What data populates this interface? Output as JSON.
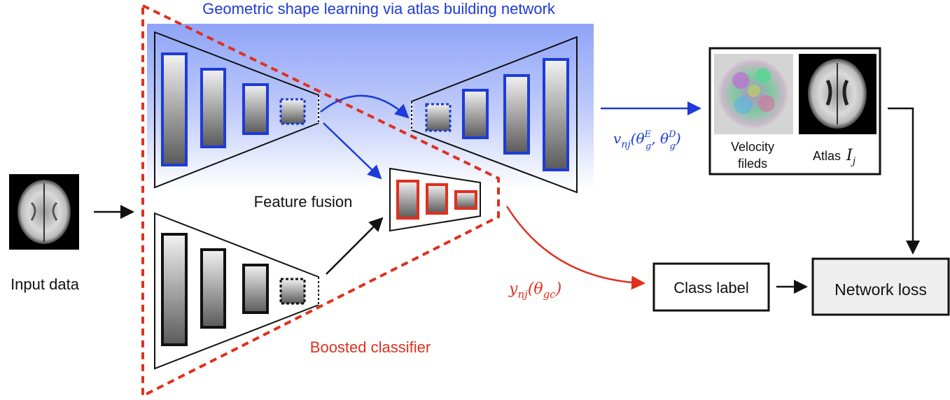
{
  "title": "Geometric shape learning via atlas building network",
  "input_label": "Input data",
  "fusion_label": "Feature fusion",
  "boosted_label": "Boosted classifier",
  "velocity_formula": {
    "base": "v",
    "sub": "nj",
    "open": "(θ",
    "sup1": "E",
    "sub1": "g",
    "comma": ", θ",
    "sup2": "D",
    "sub2": "g",
    "close": ")"
  },
  "classifier_formula": {
    "base": "y",
    "sub": "nj",
    "open": "(θ",
    "sub1": "gc",
    "close": ")"
  },
  "velocity_label_line1": "Velocity",
  "velocity_label_line2": "fileds",
  "atlas_label": "Atlas",
  "atlas_symbol": "I",
  "atlas_symbol_sub": "j",
  "class_label": "Class label",
  "network_loss": "Network loss",
  "colors": {
    "blue": "#1d3bd9",
    "red": "#e0301e",
    "black": "#111111",
    "blue_bg": "#8fa4f8"
  }
}
